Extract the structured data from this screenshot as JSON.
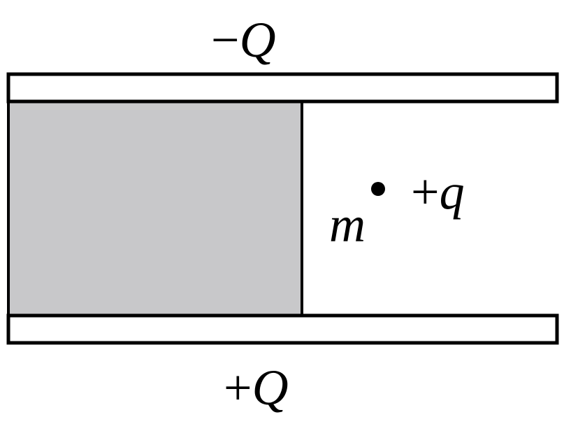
{
  "labels": {
    "top_plate": {
      "sign": "−",
      "symbol": "Q"
    },
    "bottom_plate": {
      "sign": "+",
      "symbol": "Q"
    },
    "mass": "m",
    "charge": {
      "sign": "+",
      "symbol": "q"
    }
  },
  "colors": {
    "stroke": "#000000",
    "dielectric_fill": "#c8c8ca",
    "plate_fill": "#ffffff",
    "background": "#ffffff",
    "particle": "#000000"
  }
}
